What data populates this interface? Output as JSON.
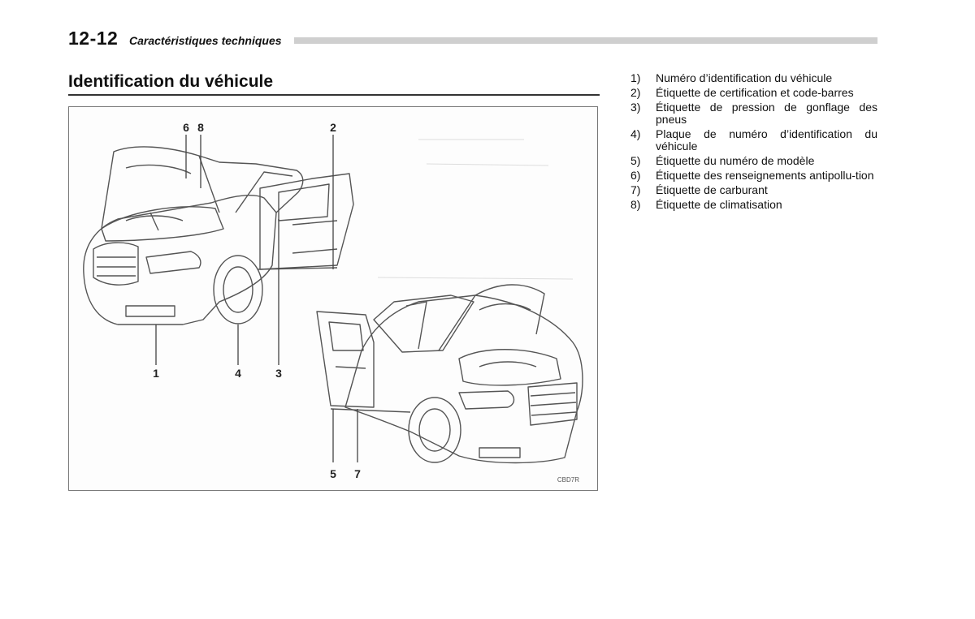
{
  "header": {
    "page_number": "12-12",
    "section": "Caractéristiques techniques"
  },
  "title": "Identification du véhicule",
  "figure": {
    "callouts_top_car": [
      "6",
      "8",
      "2",
      "1",
      "4",
      "3"
    ],
    "callouts_bottom_car": [
      "5",
      "7"
    ],
    "code": "CBD7R"
  },
  "items": [
    {
      "num": "1)",
      "text": "Numéro d’identification du véhicule"
    },
    {
      "num": "2)",
      "text": "Étiquette de certification et code-barres"
    },
    {
      "num": "3)",
      "text": "Étiquette de pression de gonflage des pneus"
    },
    {
      "num": "4)",
      "text": "Plaque de numéro d’identification du véhicule"
    },
    {
      "num": "5)",
      "text": "Étiquette du numéro de modèle"
    },
    {
      "num": "6)",
      "text": "Étiquette des renseignements antipollu-tion"
    },
    {
      "num": "7)",
      "text": "Étiquette de carburant"
    },
    {
      "num": "8)",
      "text": "Étiquette de climatisation"
    }
  ]
}
